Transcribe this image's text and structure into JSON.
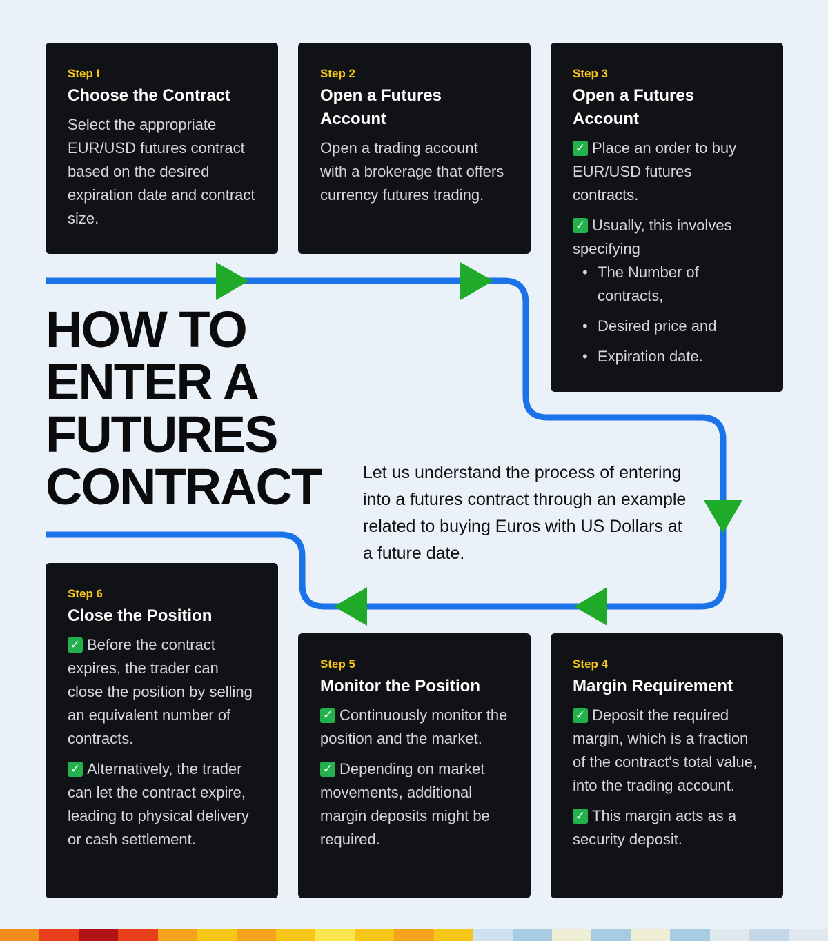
{
  "title_lines": [
    "HOW TO",
    "ENTER A",
    "FUTURES",
    "CONTRACT"
  ],
  "intro": "Let us understand the process of entering into a futures contract through an example related to buying Euros with US Dollars at a future date.",
  "steps": [
    {
      "label": "Step I",
      "title": "Choose the Contract",
      "text": "Select the appropriate EUR/USD futures contract based on the desired expiration date and contract size."
    },
    {
      "label": "Step 2",
      "title": "Open a Futures Account",
      "text": "Open a trading account with a brokerage that offers currency futures trading."
    },
    {
      "label": "Step 3",
      "title": "Open a Futures Account",
      "checks": [
        "Place an order to buy EUR/USD futures contracts.",
        "Usually, this involves specifying"
      ],
      "bullets": [
        "The Number of contracts,",
        "Desired price and",
        "Expiration date."
      ]
    },
    {
      "label": "Step 4",
      "title": "Margin Requirement",
      "checks": [
        "Deposit the required margin, which is a fraction of the contract's total value, into the trading account.",
        "This margin acts as a security deposit."
      ]
    },
    {
      "label": "Step 5",
      "title": "Monitor the Position",
      "checks": [
        "Continuously monitor the position and the market.",
        "Depending on market movements, additional margin deposits might be required."
      ]
    },
    {
      "label": "Step 6",
      "title": "Close the Position",
      "checks": [
        "Before the contract expires, the trader can close the position by selling an equivalent number of contracts.",
        "Alternatively, the trader can let the contract expire, leading to physical delivery or cash settlement."
      ]
    }
  ],
  "check_glyph": "✓",
  "bullet_glyph": "•",
  "colors": {
    "background": "#eaf1f8",
    "card": "#111215",
    "step_label": "#f5c518",
    "path": "#1a73e8",
    "arrow": "#1faa2a",
    "check": "#22b14c"
  },
  "bottom_bar_colors": [
    "#f28c1c",
    "#e8401c",
    "#b01414",
    "#e8401c",
    "#f5a21c",
    "#f5c518",
    "#f5a21c",
    "#f5c518",
    "#fbe54c",
    "#f5c518",
    "#f5a21c",
    "#f5c518",
    "#cfe1ee",
    "#a7cbe0",
    "#efeed5",
    "#a7cbe0",
    "#efeed5",
    "#a7cbe0",
    "#dfe8ef",
    "#c4d7e6",
    "#dfe8ef"
  ]
}
